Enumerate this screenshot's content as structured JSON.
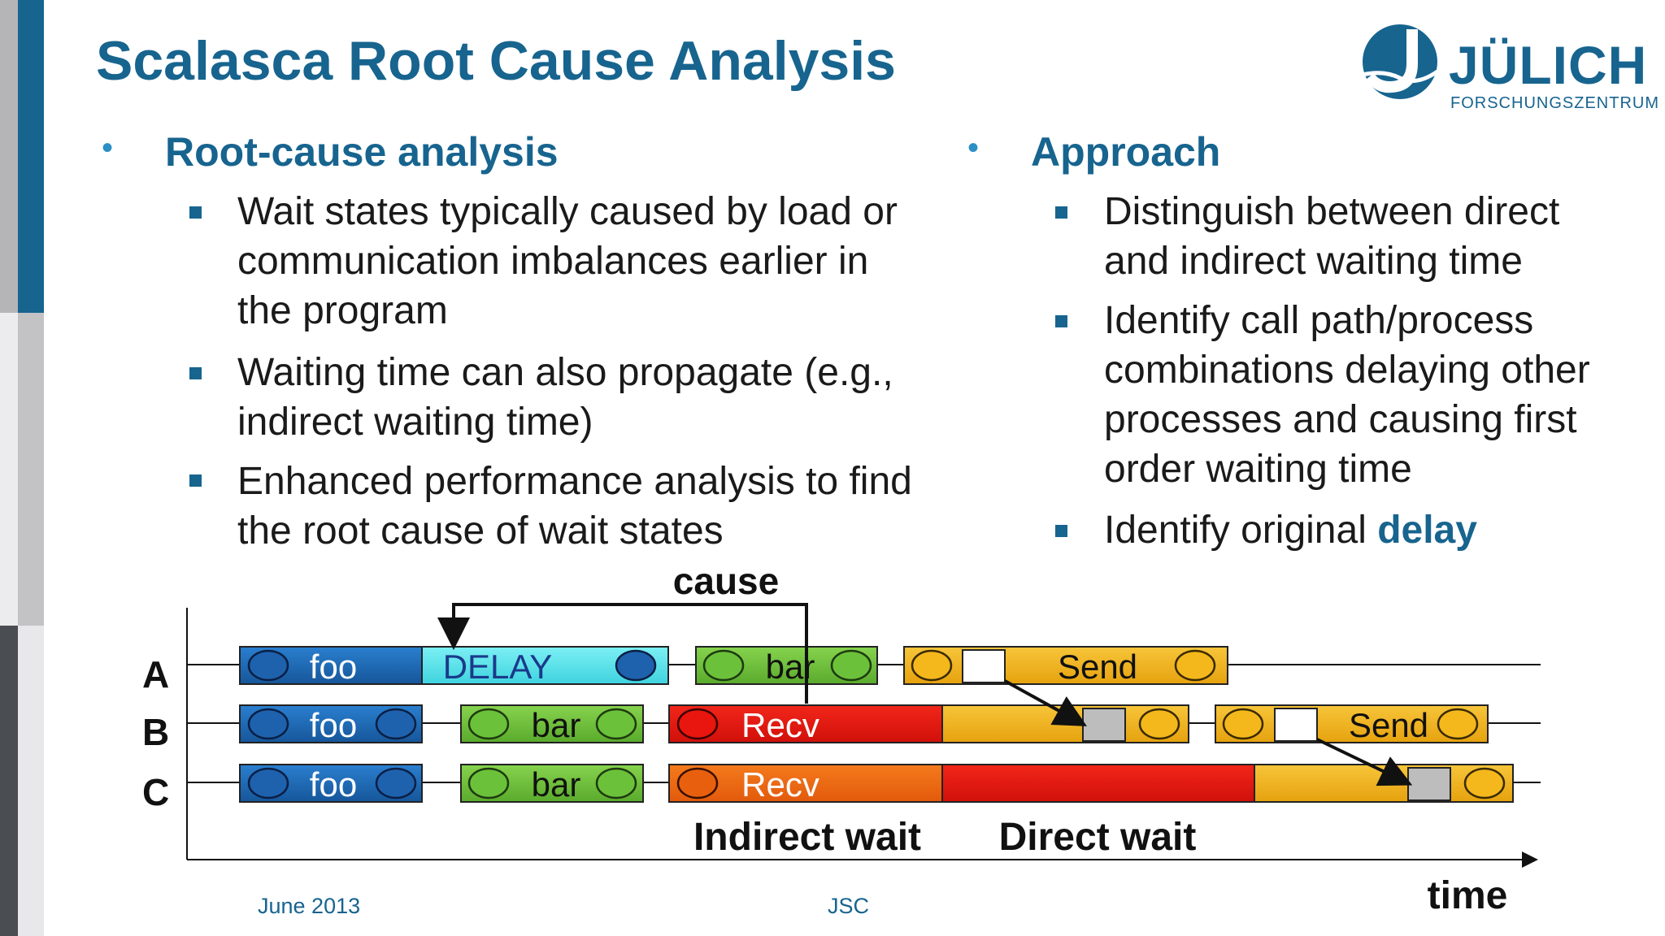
{
  "title": "Scalasca Root Cause Analysis",
  "logo": {
    "word": "JÜLICH",
    "sub": "FORSCHUNGSZENTRUM"
  },
  "left": {
    "heading": "Root-cause analysis",
    "items": [
      "Wait states typically caused by load or communication imbalances earlier in the program",
      "Waiting time can also propagate (e.g., indirect waiting time)",
      "Enhanced performance analysis to find the root cause of wait states"
    ]
  },
  "right": {
    "heading": "Approach",
    "items": [
      "Distinguish between direct and indirect waiting time",
      "Identify call path/process combinations delaying other processes and causing first order waiting time"
    ],
    "last_prefix": "Identify original ",
    "last_highlight": "delay"
  },
  "diagram": {
    "cause_label": "cause",
    "rows": [
      "A",
      "B",
      "C"
    ],
    "labels": {
      "foo": "foo",
      "delay": "DELAY",
      "bar": "bar",
      "send": "Send",
      "recv": "Recv"
    },
    "indirect_wait": "Indirect wait",
    "direct_wait": "Direct wait",
    "time_label": "time",
    "colors": {
      "foo": "#1f6fb8",
      "delay": "#57e6ee",
      "bar": "#6fbf3c",
      "send": "#f2b21f",
      "recv_direct": "#e81a12",
      "recv_indirect": "#ee6a12"
    }
  },
  "footer": {
    "date": "June 2013",
    "org": "JSC"
  }
}
